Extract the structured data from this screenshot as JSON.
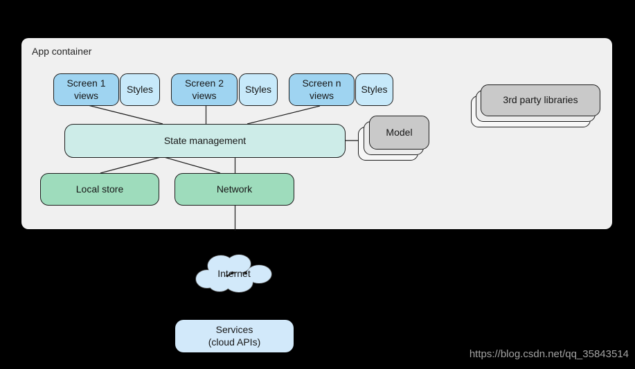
{
  "app_container": {
    "label": "App container"
  },
  "screens": [
    {
      "views": "Screen 1\nviews",
      "styles": "Styles"
    },
    {
      "views": "Screen 2\nviews",
      "styles": "Styles"
    },
    {
      "views": "Screen n\nviews",
      "styles": "Styles"
    }
  ],
  "state_management": {
    "label": "State management"
  },
  "model": {
    "label": "Model"
  },
  "third_party": {
    "label": "3rd party libraries"
  },
  "local_store": {
    "label": "Local store"
  },
  "network": {
    "label": "Network"
  },
  "internet": {
    "label": "Internet"
  },
  "services": {
    "label": "Services\n(cloud APIs)"
  },
  "watermark": {
    "text": "https://blog.csdn.net/qq_35843514"
  },
  "colors": {
    "background": "#000000",
    "container_fill": "#f0f0f0",
    "screen_blue": "#9fd4f1",
    "styles_blue": "#c7e9fa",
    "state_teal": "#cdece8",
    "store_green": "#9edcbc",
    "card_gray": "#c9c9c9",
    "cloud_blue": "#d2e9fa",
    "line_dark": "#1c1c1c",
    "watermark_gray": "#a3a3a3"
  }
}
